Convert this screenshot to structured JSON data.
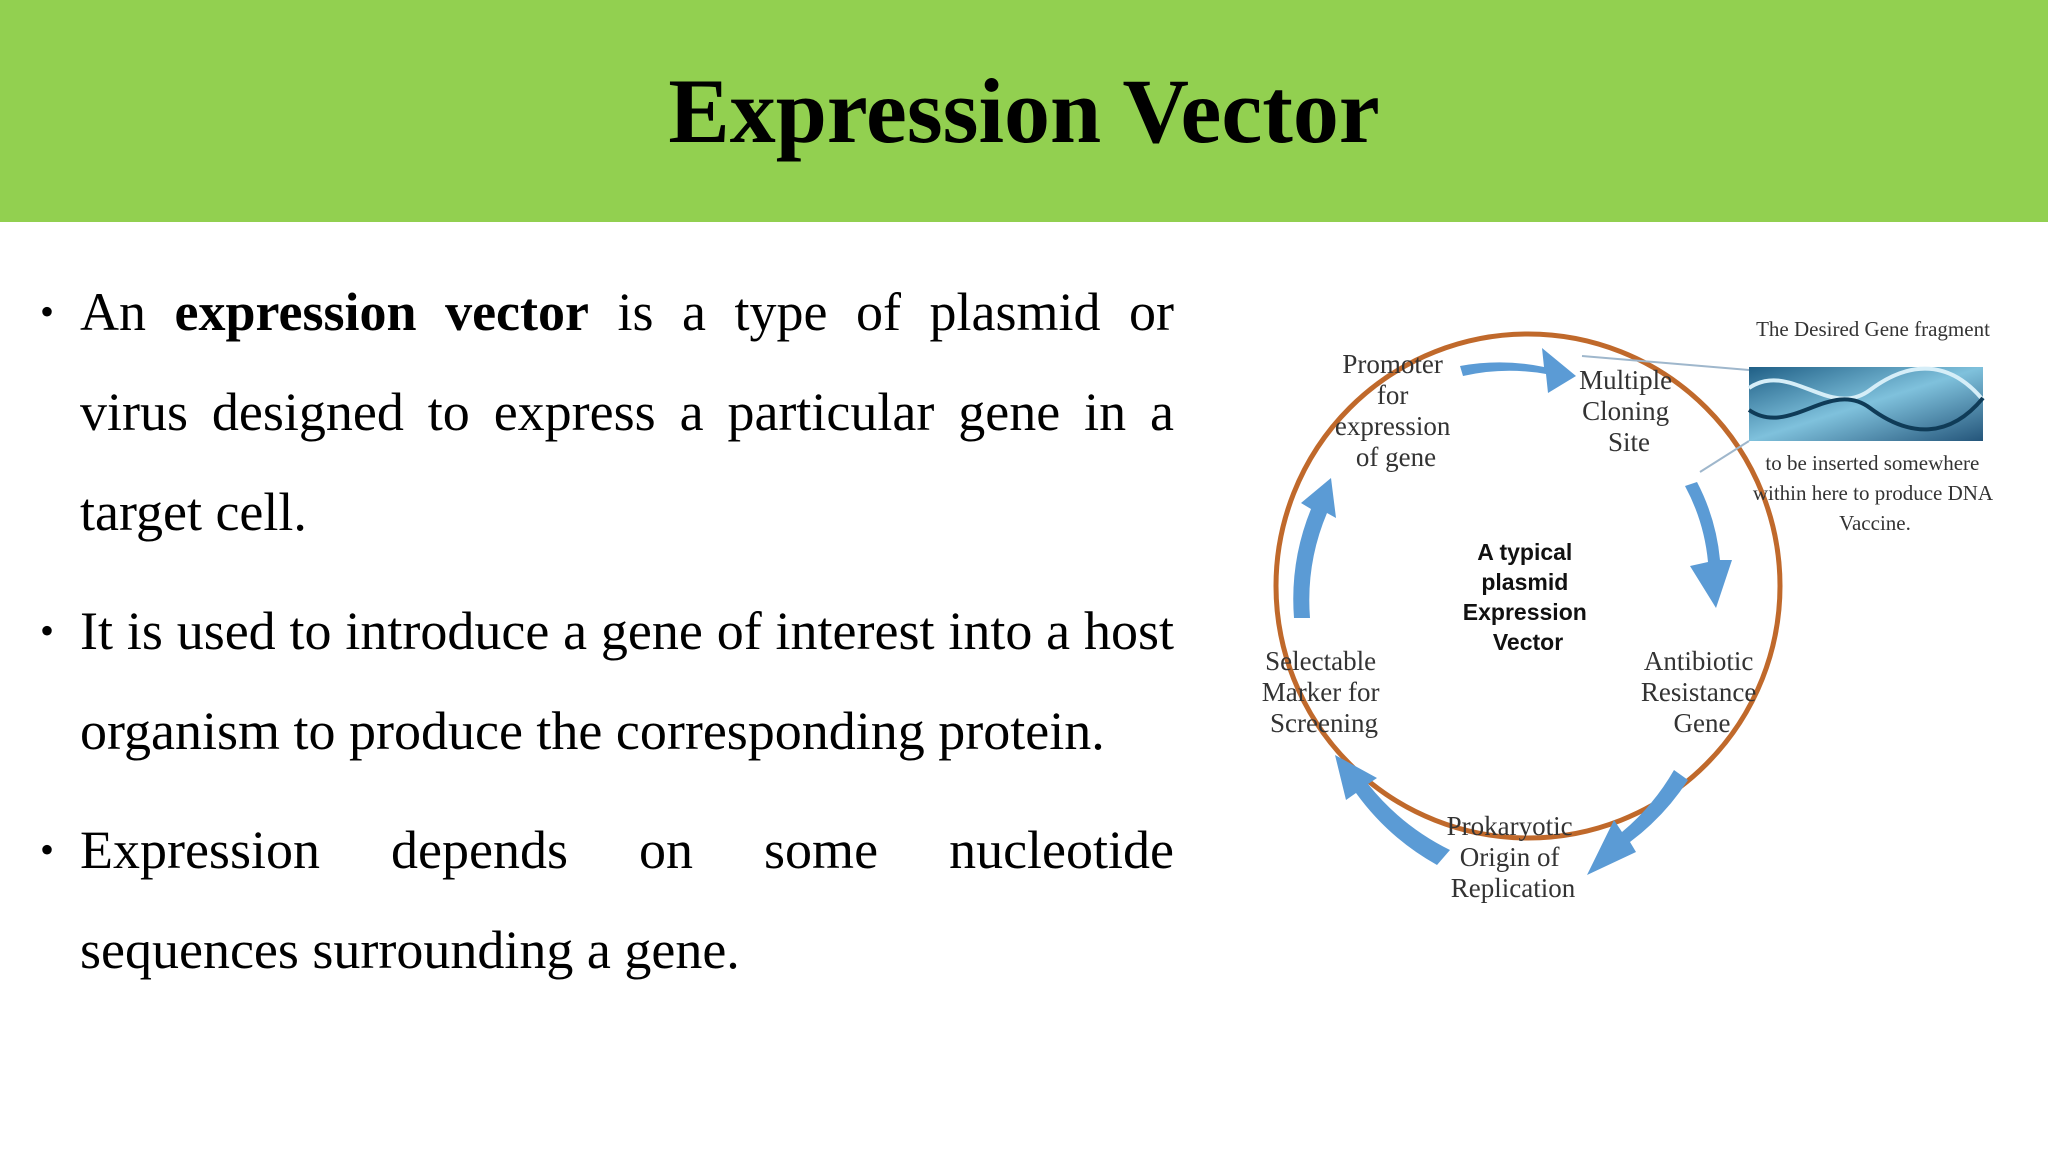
{
  "slide": {
    "title": "Expression Vector",
    "bullets": [
      {
        "pre": "An ",
        "bold": "expression vector",
        "post": " is a type of plasmid or virus designed to express a particular gene in a target cell."
      },
      {
        "pre": "It is used to introduce a gene of interest into a host organism to produce the corresponding protein.",
        "bold": "",
        "post": ""
      },
      {
        "pre": "Expression depends on some nucleotide sequences surrounding a gene.",
        "bold": "",
        "post": ""
      }
    ]
  },
  "diagram": {
    "center_label": [
      "A typical",
      "plasmid",
      "Expression",
      "Vector"
    ],
    "promoter": [
      "Promoter",
      "for",
      "expression",
      "of gene"
    ],
    "cloning": [
      "Multiple",
      "Cloning",
      "Site"
    ],
    "antibiotic": [
      "Antibiotic",
      "Resistance",
      "Gene"
    ],
    "origin": [
      "Prokaryotic",
      "Origin of",
      "Replication"
    ],
    "selectable": [
      "Selectable",
      "Marker for",
      "Screening"
    ],
    "gene_fragment_title": "The Desired Gene fragment",
    "gene_fragment_note": [
      "to be inserted somewhere",
      "within here to produce DNA",
      "Vaccine."
    ],
    "colors": {
      "header": "#92d050",
      "ring": "#c0692b",
      "arrow": "#5b9bd5"
    }
  }
}
